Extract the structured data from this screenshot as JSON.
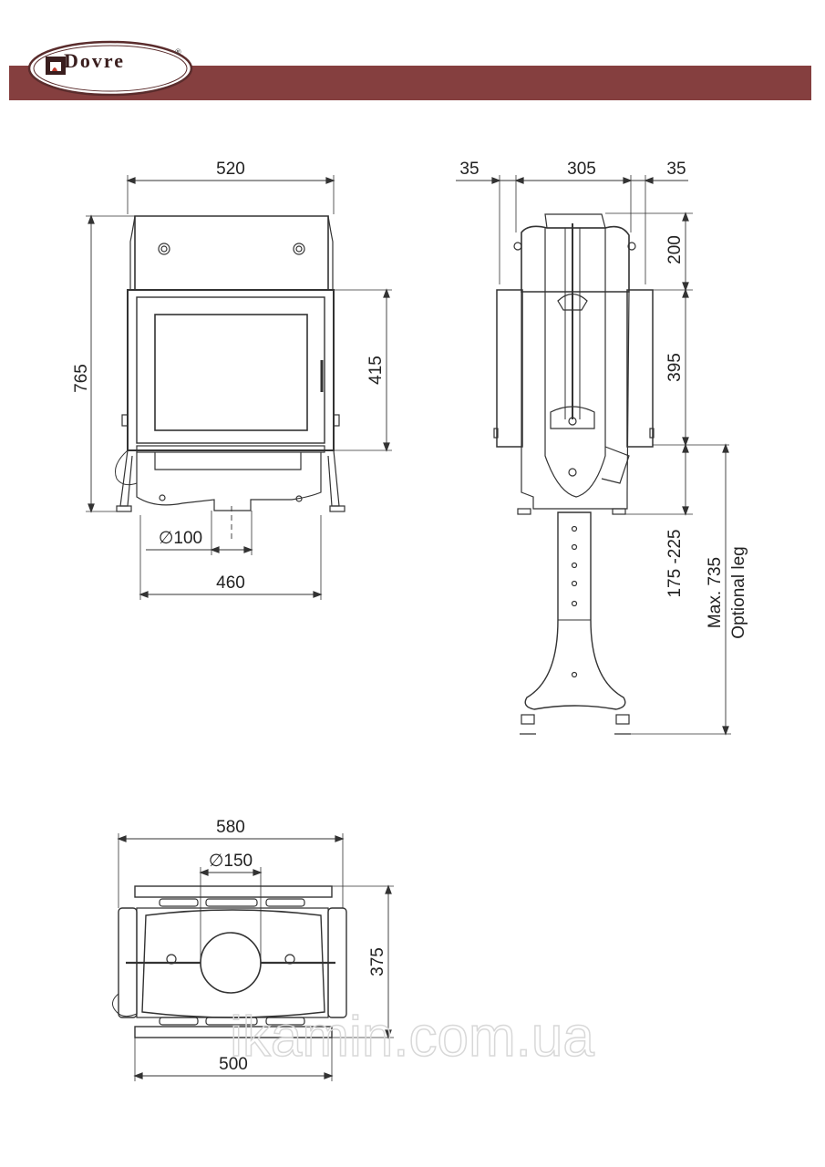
{
  "brand": {
    "logo_text": "Dovre",
    "registered_mark": "®",
    "banner_color": "#853f3f"
  },
  "front_view": {
    "width_label": "520",
    "height_label": "765",
    "door_height_label": "415",
    "flue_label": "∅100",
    "base_width_label": "460"
  },
  "side_view": {
    "left_offset_label": "35",
    "depth_label": "305",
    "right_offset_label": "35",
    "top_label": "200",
    "middle_label": "395",
    "leg_range_label": "175 -225",
    "optional_leg_max_label": "Max. 735",
    "optional_leg_label": "Optional leg"
  },
  "top_view": {
    "width_label": "580",
    "flue_label": "∅150",
    "depth_label": "375",
    "base_width_label": "500"
  },
  "watermark": "ikamin.com.ua"
}
